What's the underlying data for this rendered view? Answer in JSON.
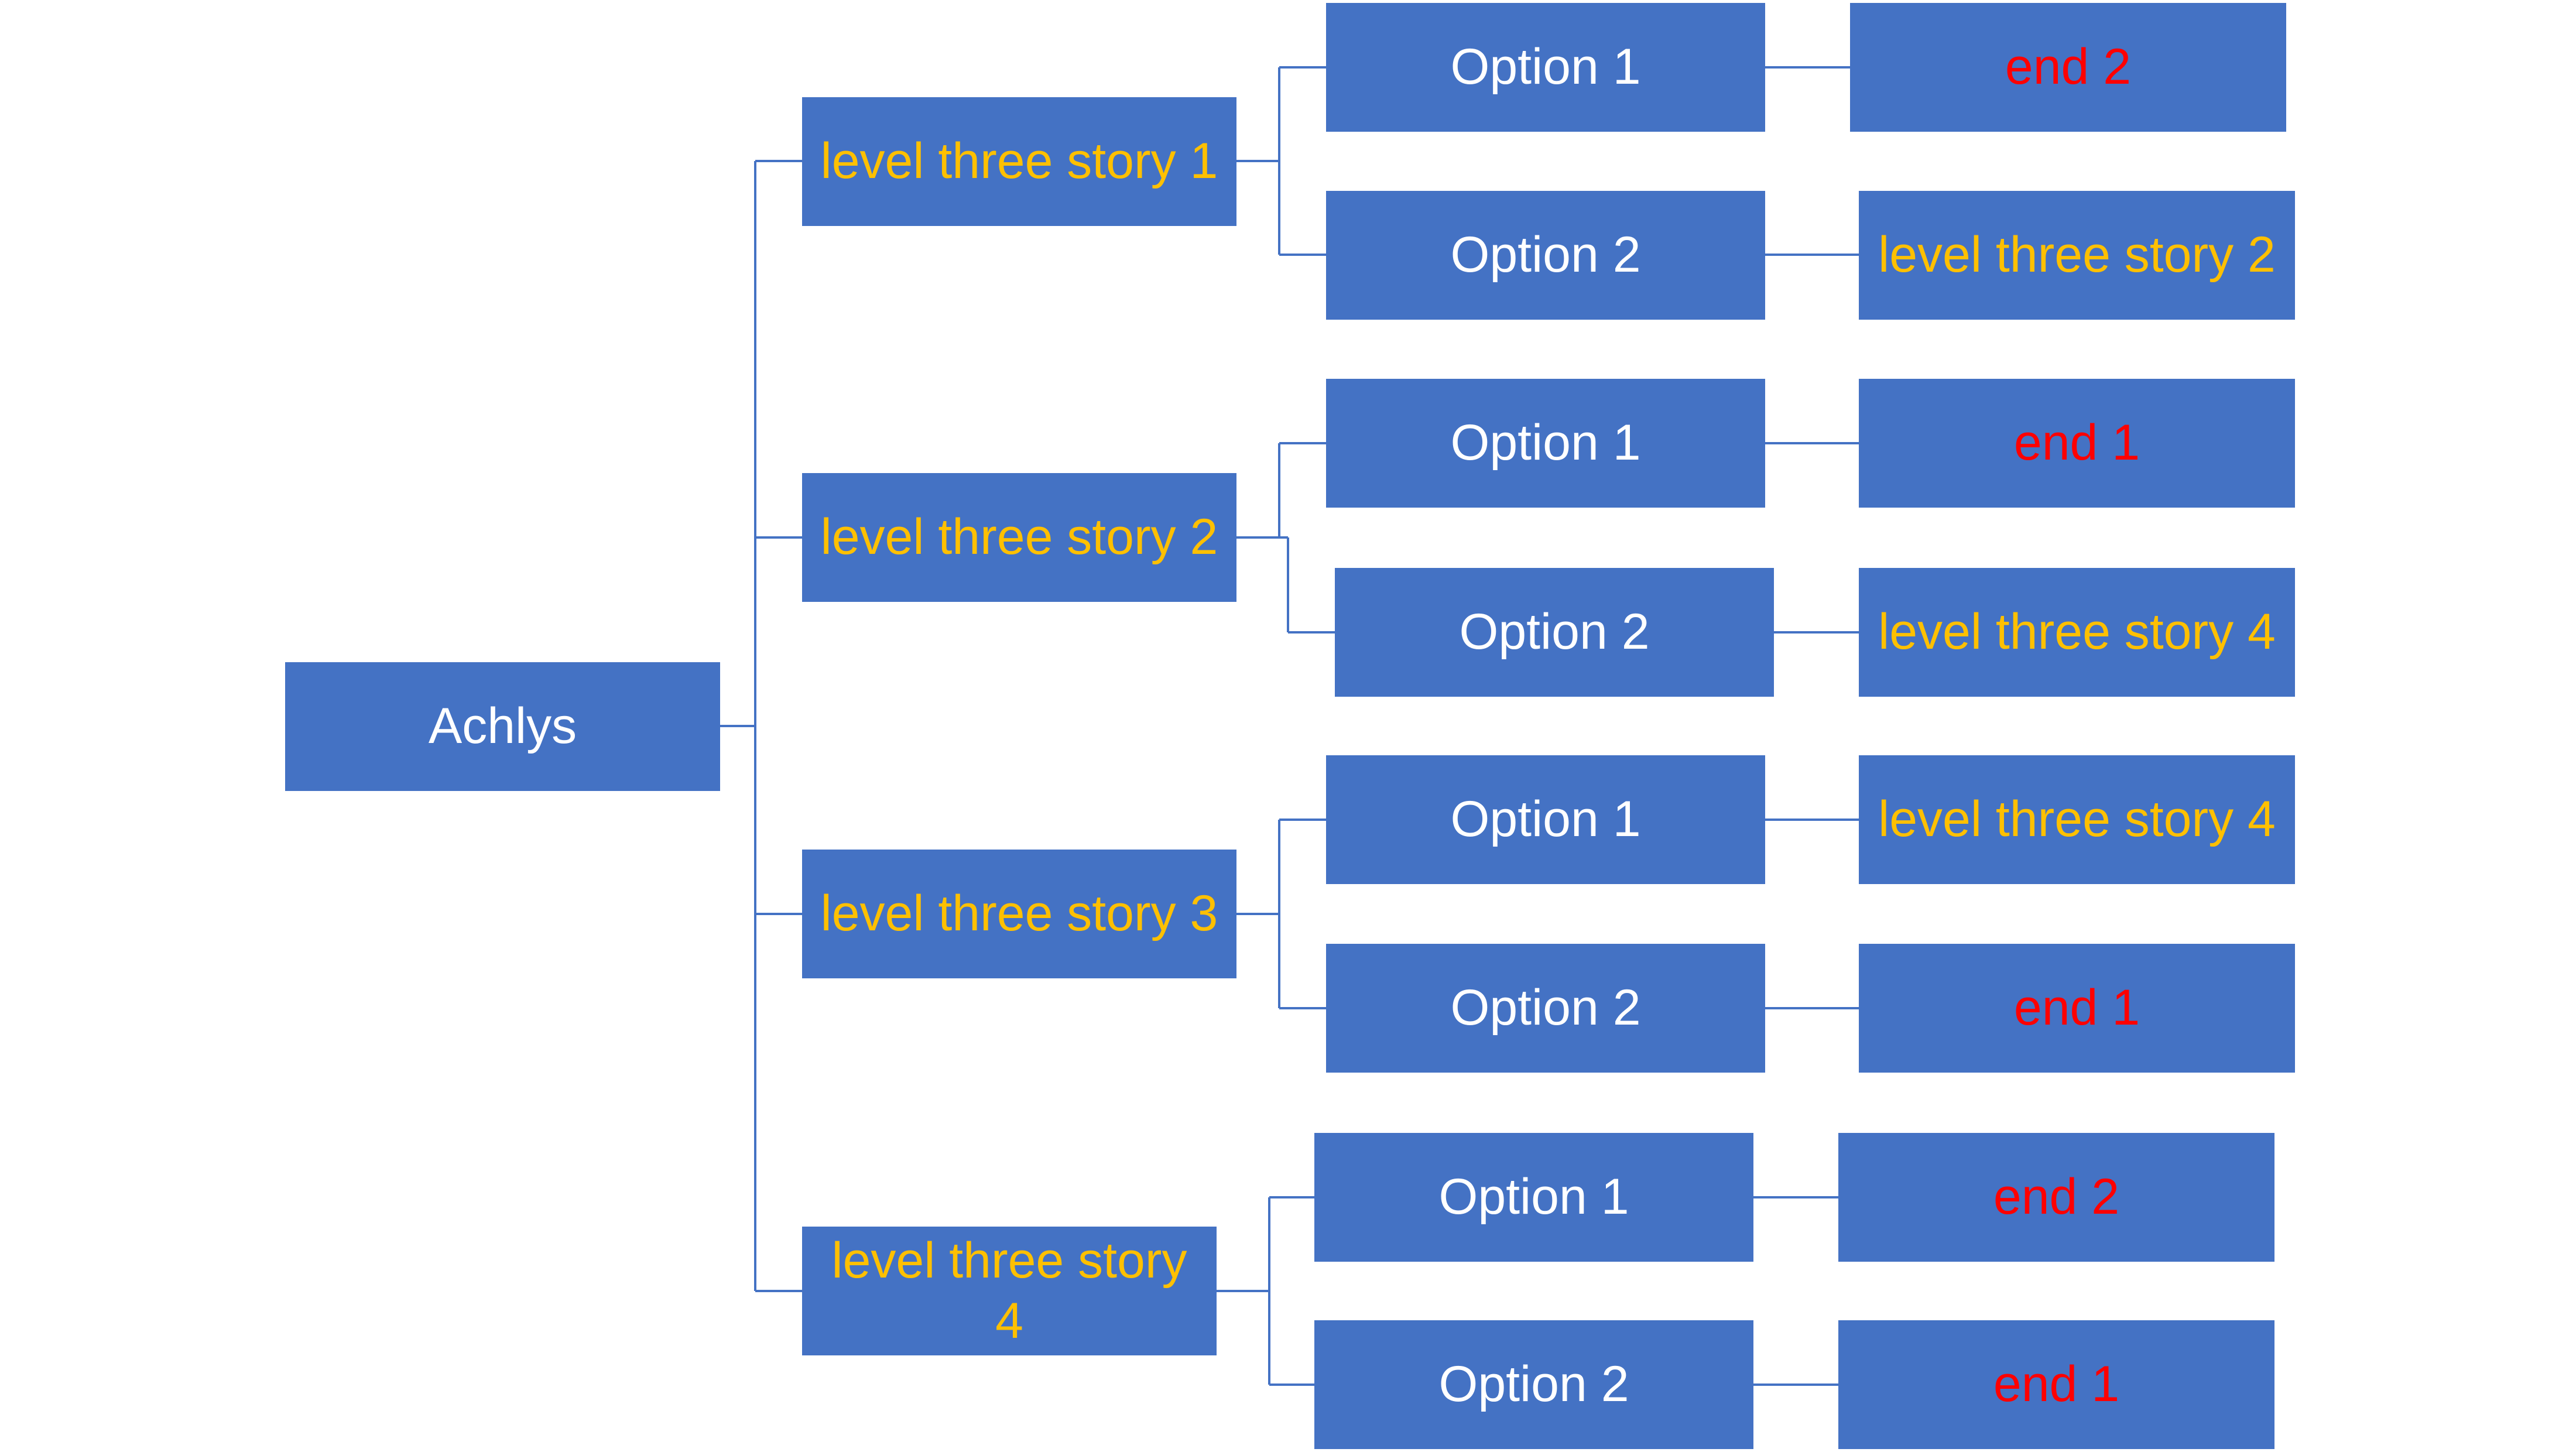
{
  "root": {
    "label": "Achlys"
  },
  "stories": [
    {
      "label": "level three story 1",
      "options": [
        {
          "label": "Option 1",
          "outcome": "end 2",
          "outcome_kind": "end"
        },
        {
          "label": "Option 2",
          "outcome": "level three story 2",
          "outcome_kind": "story"
        }
      ]
    },
    {
      "label": "level three story 2",
      "options": [
        {
          "label": "Option 1",
          "outcome": "end 1",
          "outcome_kind": "end"
        },
        {
          "label": "Option 2",
          "outcome": "level three story 4",
          "outcome_kind": "story"
        }
      ]
    },
    {
      "label": "level three story 3",
      "options": [
        {
          "label": "Option 1",
          "outcome": "level three story 4",
          "outcome_kind": "story"
        },
        {
          "label": "Option 2",
          "outcome": "end 1",
          "outcome_kind": "end"
        }
      ]
    },
    {
      "label": "level three story 4",
      "options": [
        {
          "label": "Option 1",
          "outcome": "end 2",
          "outcome_kind": "end"
        },
        {
          "label": "Option 2",
          "outcome": "end 1",
          "outcome_kind": "end"
        }
      ]
    }
  ],
  "colors": {
    "box_fill": "#4472c4",
    "connector": "#4472c4",
    "root_text": "#ffffff",
    "option_text": "#ffffff",
    "story_text": "#ffc000",
    "end_text": "#ff0000"
  }
}
